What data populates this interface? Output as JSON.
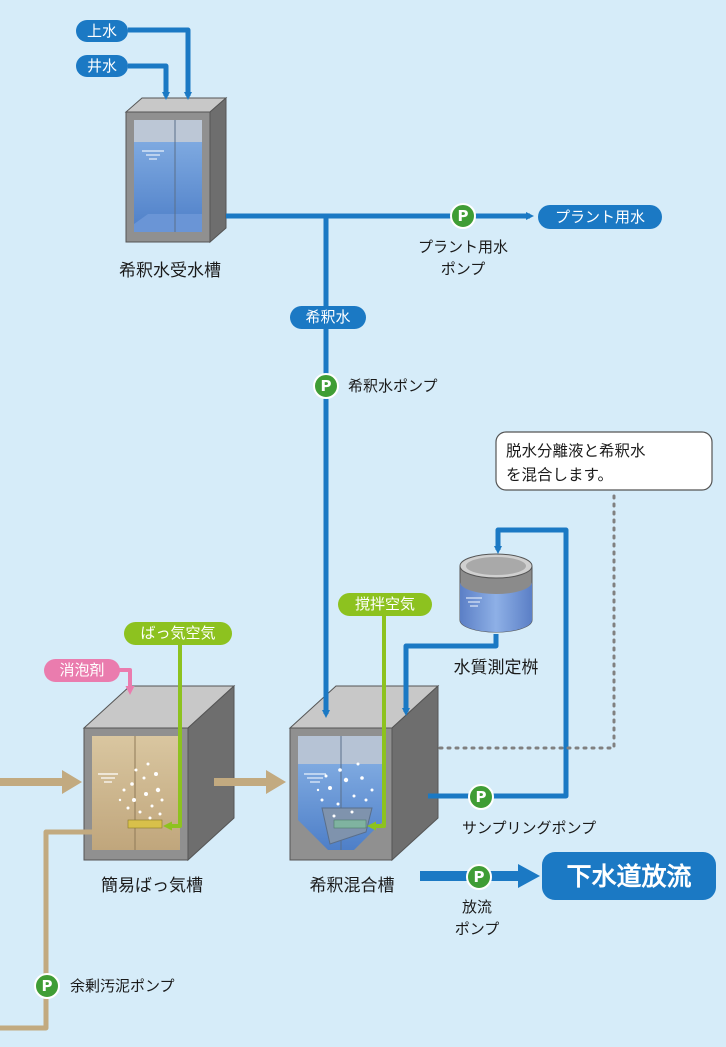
{
  "sources": {
    "tap_water": "上水",
    "well_water": "井水"
  },
  "tanks": {
    "dilution_receiving": "希釈水受水槽",
    "simple_aeration": "簡易ばっ気槽",
    "dilution_mixing": "希釈混合槽",
    "quality_measure": "水質測定桝"
  },
  "flows": {
    "plant_water": "プラント用水",
    "dilution_water": "希釈水",
    "aeration_air": "ばっ気空気",
    "stirring_air": "撹拌空気",
    "defoamer": "消泡剤",
    "sewer_discharge": "下水道放流"
  },
  "pumps": {
    "symbol": "P",
    "plant_line1": "プラント用水",
    "plant_line2": "ポンプ",
    "dilution": "希釈水ポンプ",
    "sampling": "サンプリングポンプ",
    "discharge_line1": "放流",
    "discharge_line2": "ポンプ",
    "excess_sludge": "余剰汚泥ポンプ"
  },
  "note": {
    "line1": "脱水分離液と希釈水",
    "line2": "を混合します。"
  },
  "colors": {
    "background": "#d6ecf9",
    "pipe_blue": "#1b79c4",
    "pump_green": "#3f9d35",
    "air_green": "#8dc21f",
    "defoamer_pink": "#ea7cae",
    "sludge_tan": "#c2aa80",
    "tank_gray": "#8c8c8c"
  }
}
